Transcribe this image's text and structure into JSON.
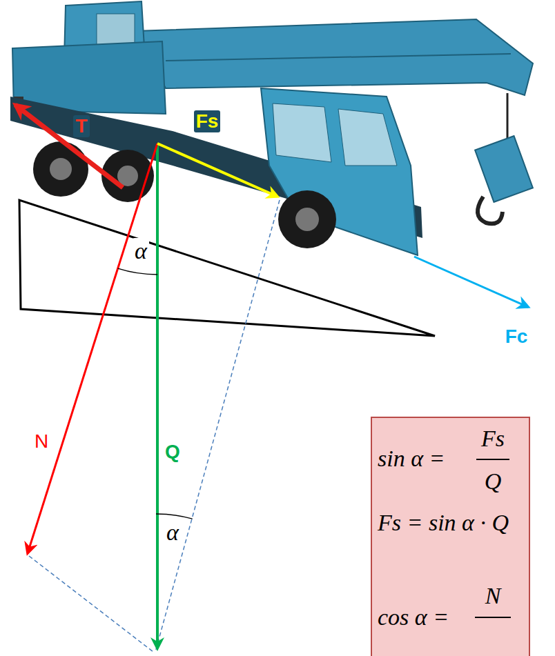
{
  "diagram": {
    "nodes": [
      {
        "text": [
          "sin α =",
          "Fs",
          "Q",
          "Fs = sin α · Q",
          "cos α =",
          "N"
        ]
      }
    ],
    "labels": [
      "T",
      "Fs",
      "α",
      "Fc",
      "N",
      "Q",
      "α"
    ]
  }
}
